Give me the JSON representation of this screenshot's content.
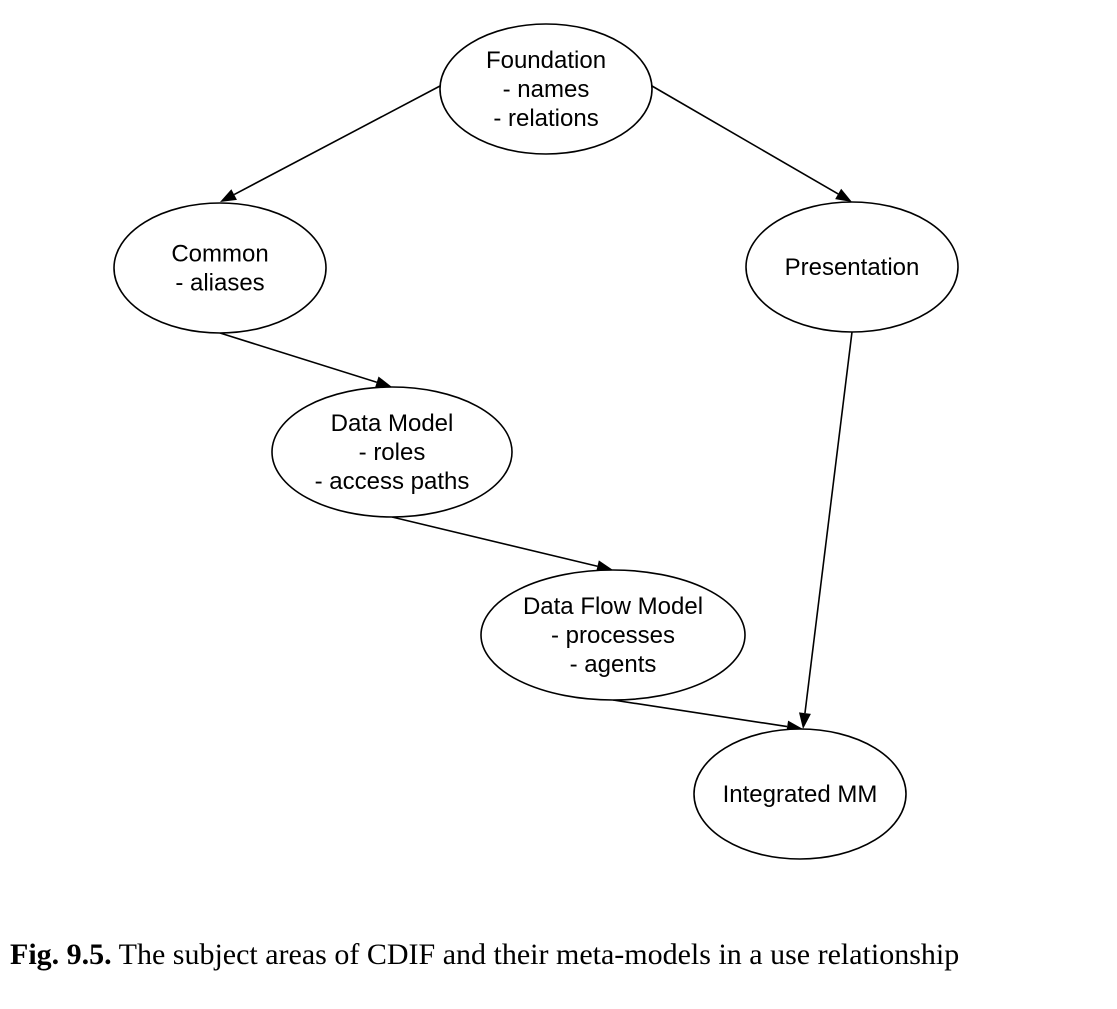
{
  "nodes": [
    {
      "id": "foundation",
      "lines": [
        "Foundation",
        "- names",
        "- relations"
      ]
    },
    {
      "id": "common",
      "lines": [
        "Common",
        "- aliases"
      ]
    },
    {
      "id": "presentation",
      "lines": [
        "Presentation"
      ]
    },
    {
      "id": "data-model",
      "lines": [
        "Data Model",
        "- roles",
        "- access paths"
      ]
    },
    {
      "id": "data-flow-model",
      "lines": [
        "Data Flow Model",
        "- processes",
        "- agents"
      ]
    },
    {
      "id": "integrated-mm",
      "lines": [
        "Integrated MM"
      ]
    }
  ],
  "edges": [
    {
      "from": "foundation",
      "to": "common"
    },
    {
      "from": "foundation",
      "to": "presentation"
    },
    {
      "from": "common",
      "to": "data-model"
    },
    {
      "from": "data-model",
      "to": "data-flow-model"
    },
    {
      "from": "data-flow-model",
      "to": "integrated-mm"
    },
    {
      "from": "presentation",
      "to": "integrated-mm"
    }
  ],
  "caption": {
    "label": "Fig. 9.5.",
    "text": " The subject areas of CDIF and their meta-models in a use relationship"
  },
  "colors": {
    "stroke": "#000000",
    "background": "#ffffff"
  }
}
